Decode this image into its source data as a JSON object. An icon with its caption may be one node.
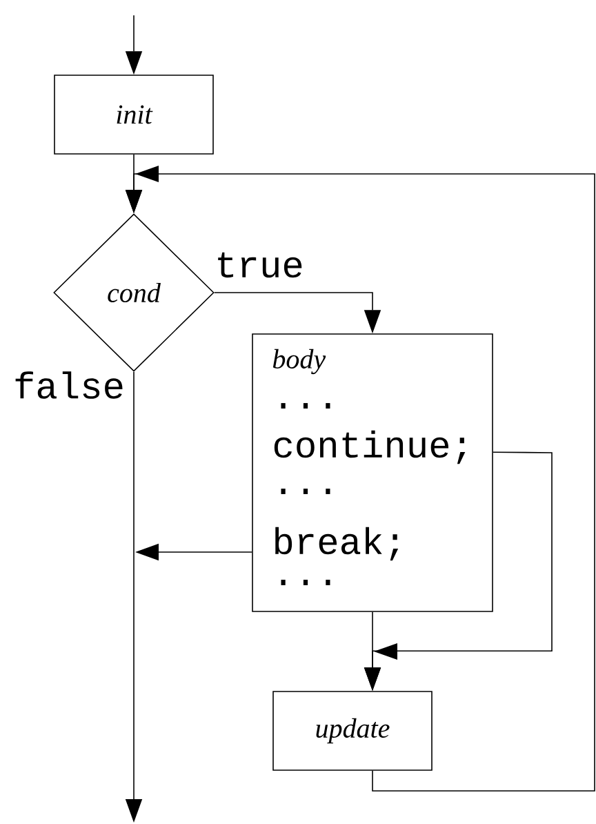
{
  "diagram": {
    "nodes": [
      {
        "text": [
          "init"
        ]
      },
      {
        "text": [
          "cond"
        ]
      },
      {
        "text": [
          "body",
          "...",
          "continue;",
          "...",
          "break;",
          "..."
        ]
      },
      {
        "text": [
          "update"
        ]
      }
    ],
    "edges": [
      {
        "from": null,
        "to": 0,
        "arrow": "to"
      },
      {
        "from": 0,
        "to": 1,
        "arrow": "to"
      },
      {
        "from": 1,
        "to": 2,
        "arrow": "to",
        "label": "true"
      },
      {
        "from": 1,
        "to": null,
        "arrow": "to",
        "label": "false"
      },
      {
        "from": 2,
        "to": null,
        "arrow": "to"
      },
      {
        "from": 2,
        "to": 3,
        "arrow": "to"
      },
      {
        "from": 2,
        "to": 3,
        "arrow": "to"
      },
      {
        "from": 3,
        "to": 1,
        "arrow": "to"
      }
    ]
  }
}
